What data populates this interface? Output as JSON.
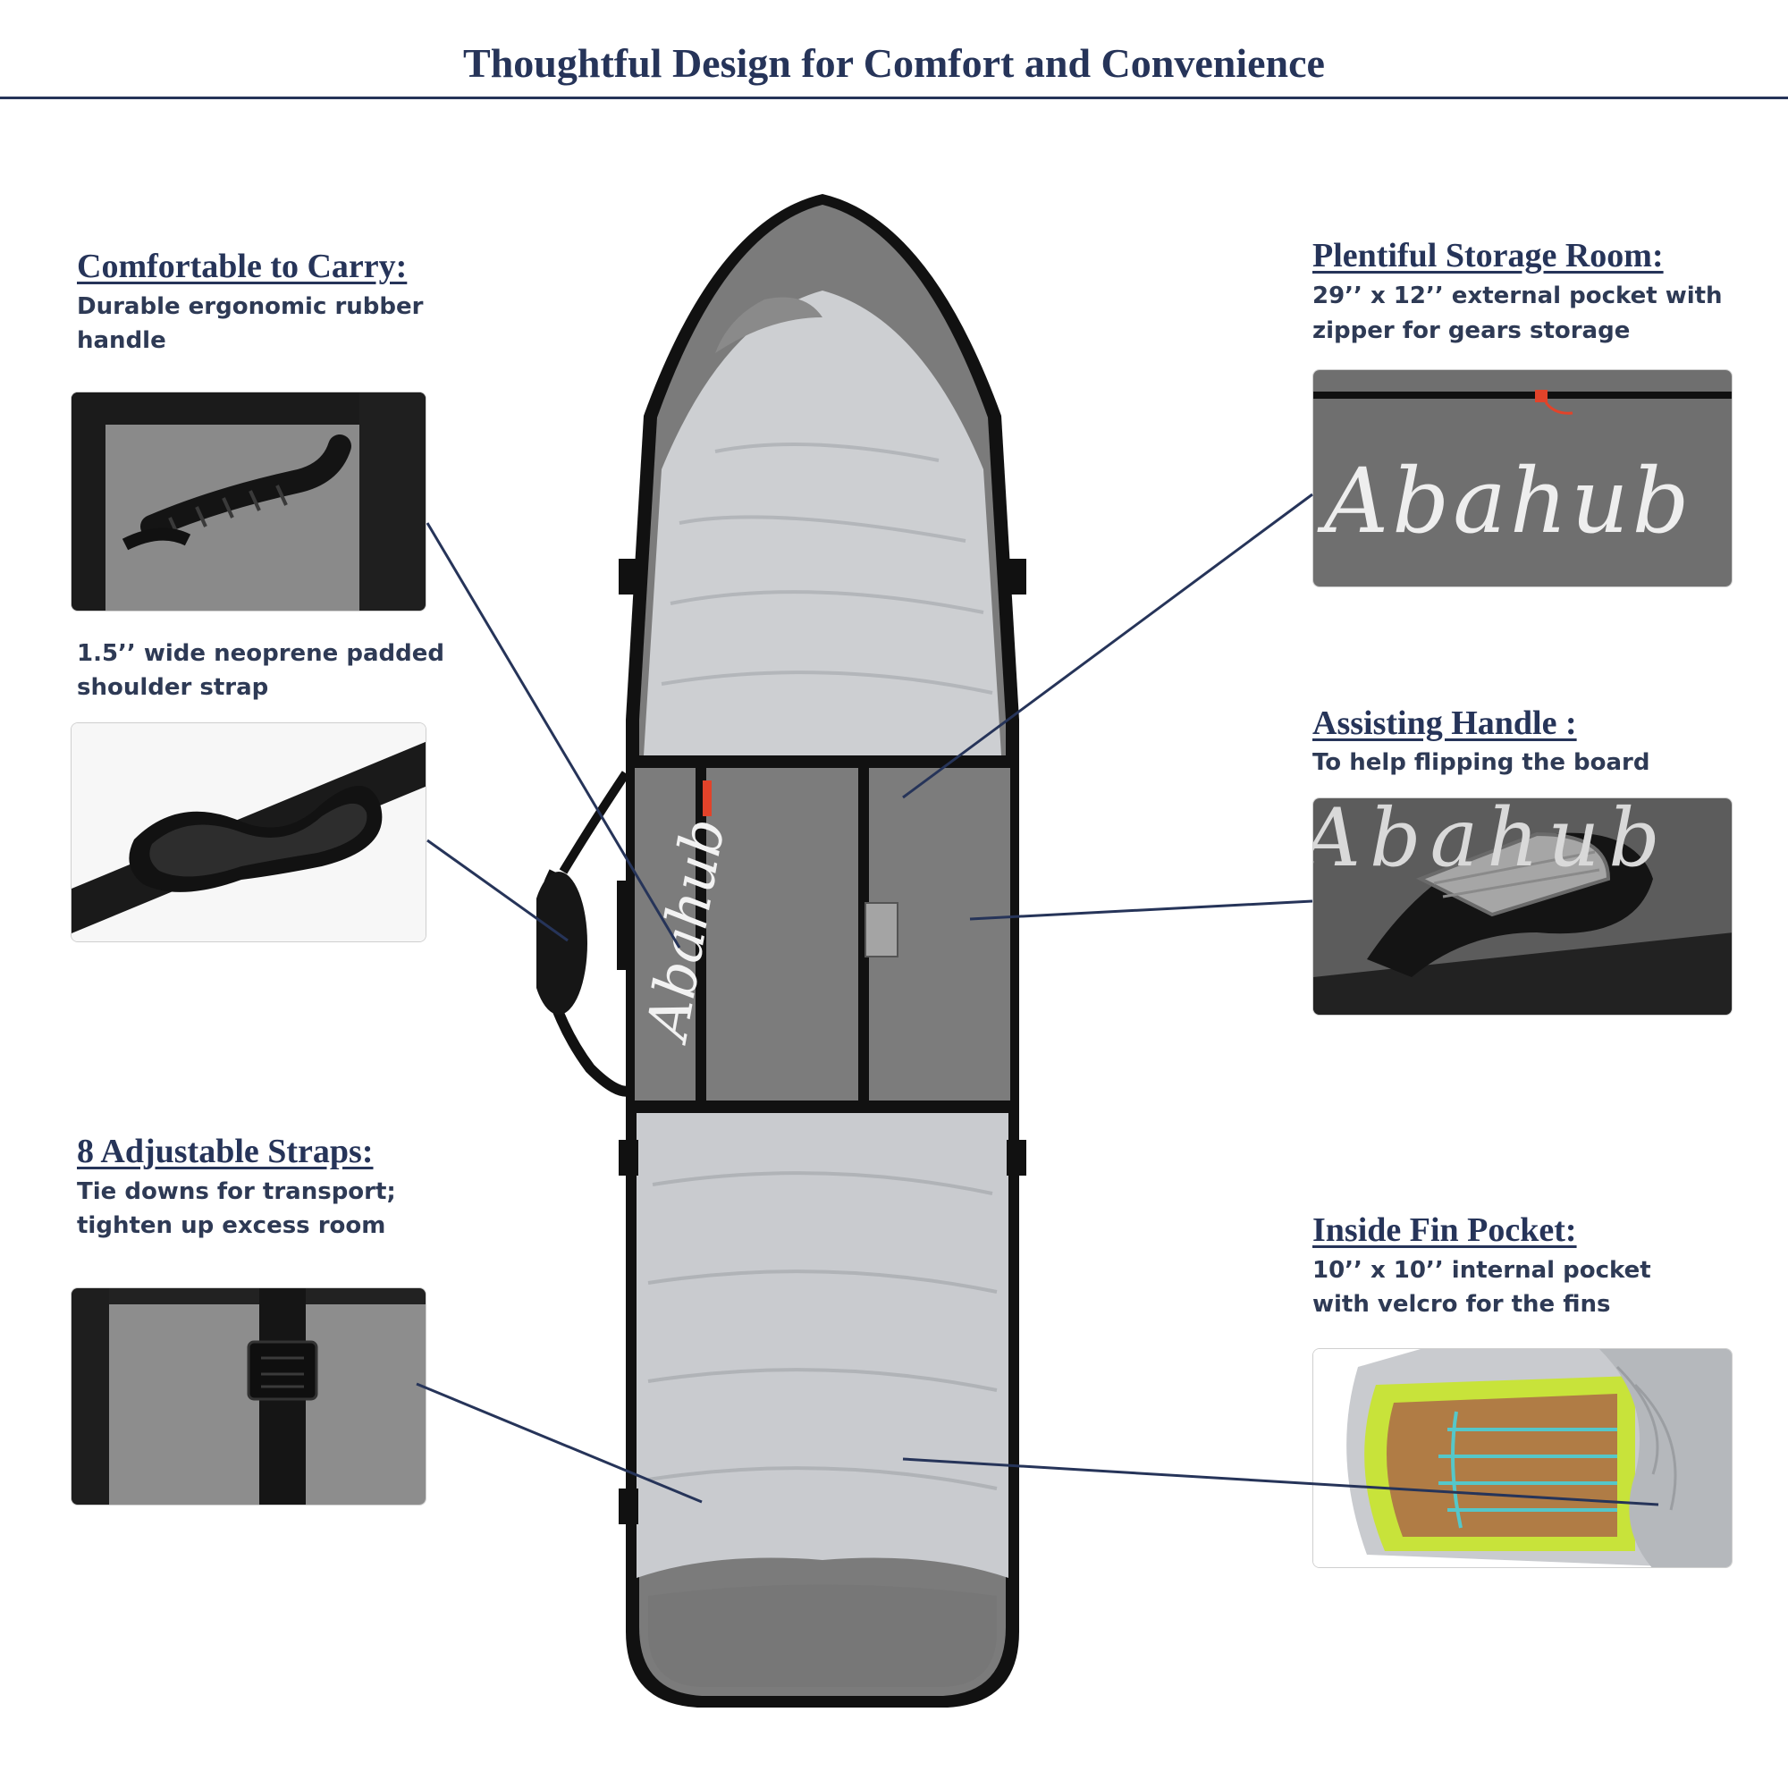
{
  "title": "Thoughtful Design for Comfort and Convenience",
  "brand": {
    "logo_text": "Abahub"
  },
  "colors": {
    "heading": "#263459",
    "text": "#2e3a55",
    "bag_gray": "#7b7b7b",
    "bag_silver": "#cdcfd2",
    "trim": "#111111",
    "zipper_accent": "#e2432a"
  },
  "features": {
    "carry": {
      "heading": "Comfortable to Carry:",
      "desc_lines": [
        "Durable ergonomic rubber",
        "handle"
      ]
    },
    "strap": {
      "desc_lines": [
        "1.5’’ wide neoprene padded",
        "shoulder strap"
      ]
    },
    "adjust": {
      "heading": "8 Adjustable Straps:",
      "desc_lines": [
        "Tie downs for transport;",
        "tighten up excess room"
      ]
    },
    "storage": {
      "heading": "Plentiful Storage Room:",
      "desc_lines": [
        "29’’ x 12’’ external pocket with",
        "zipper for gears storage"
      ]
    },
    "assist": {
      "heading": "Assisting Handle :",
      "desc_lines": [
        "To help flipping the board"
      ]
    },
    "fin": {
      "heading": "Inside Fin Pocket:",
      "desc_lines": [
        "10’’ x 10’’ internal pocket",
        "with velcro for the fins"
      ]
    }
  }
}
